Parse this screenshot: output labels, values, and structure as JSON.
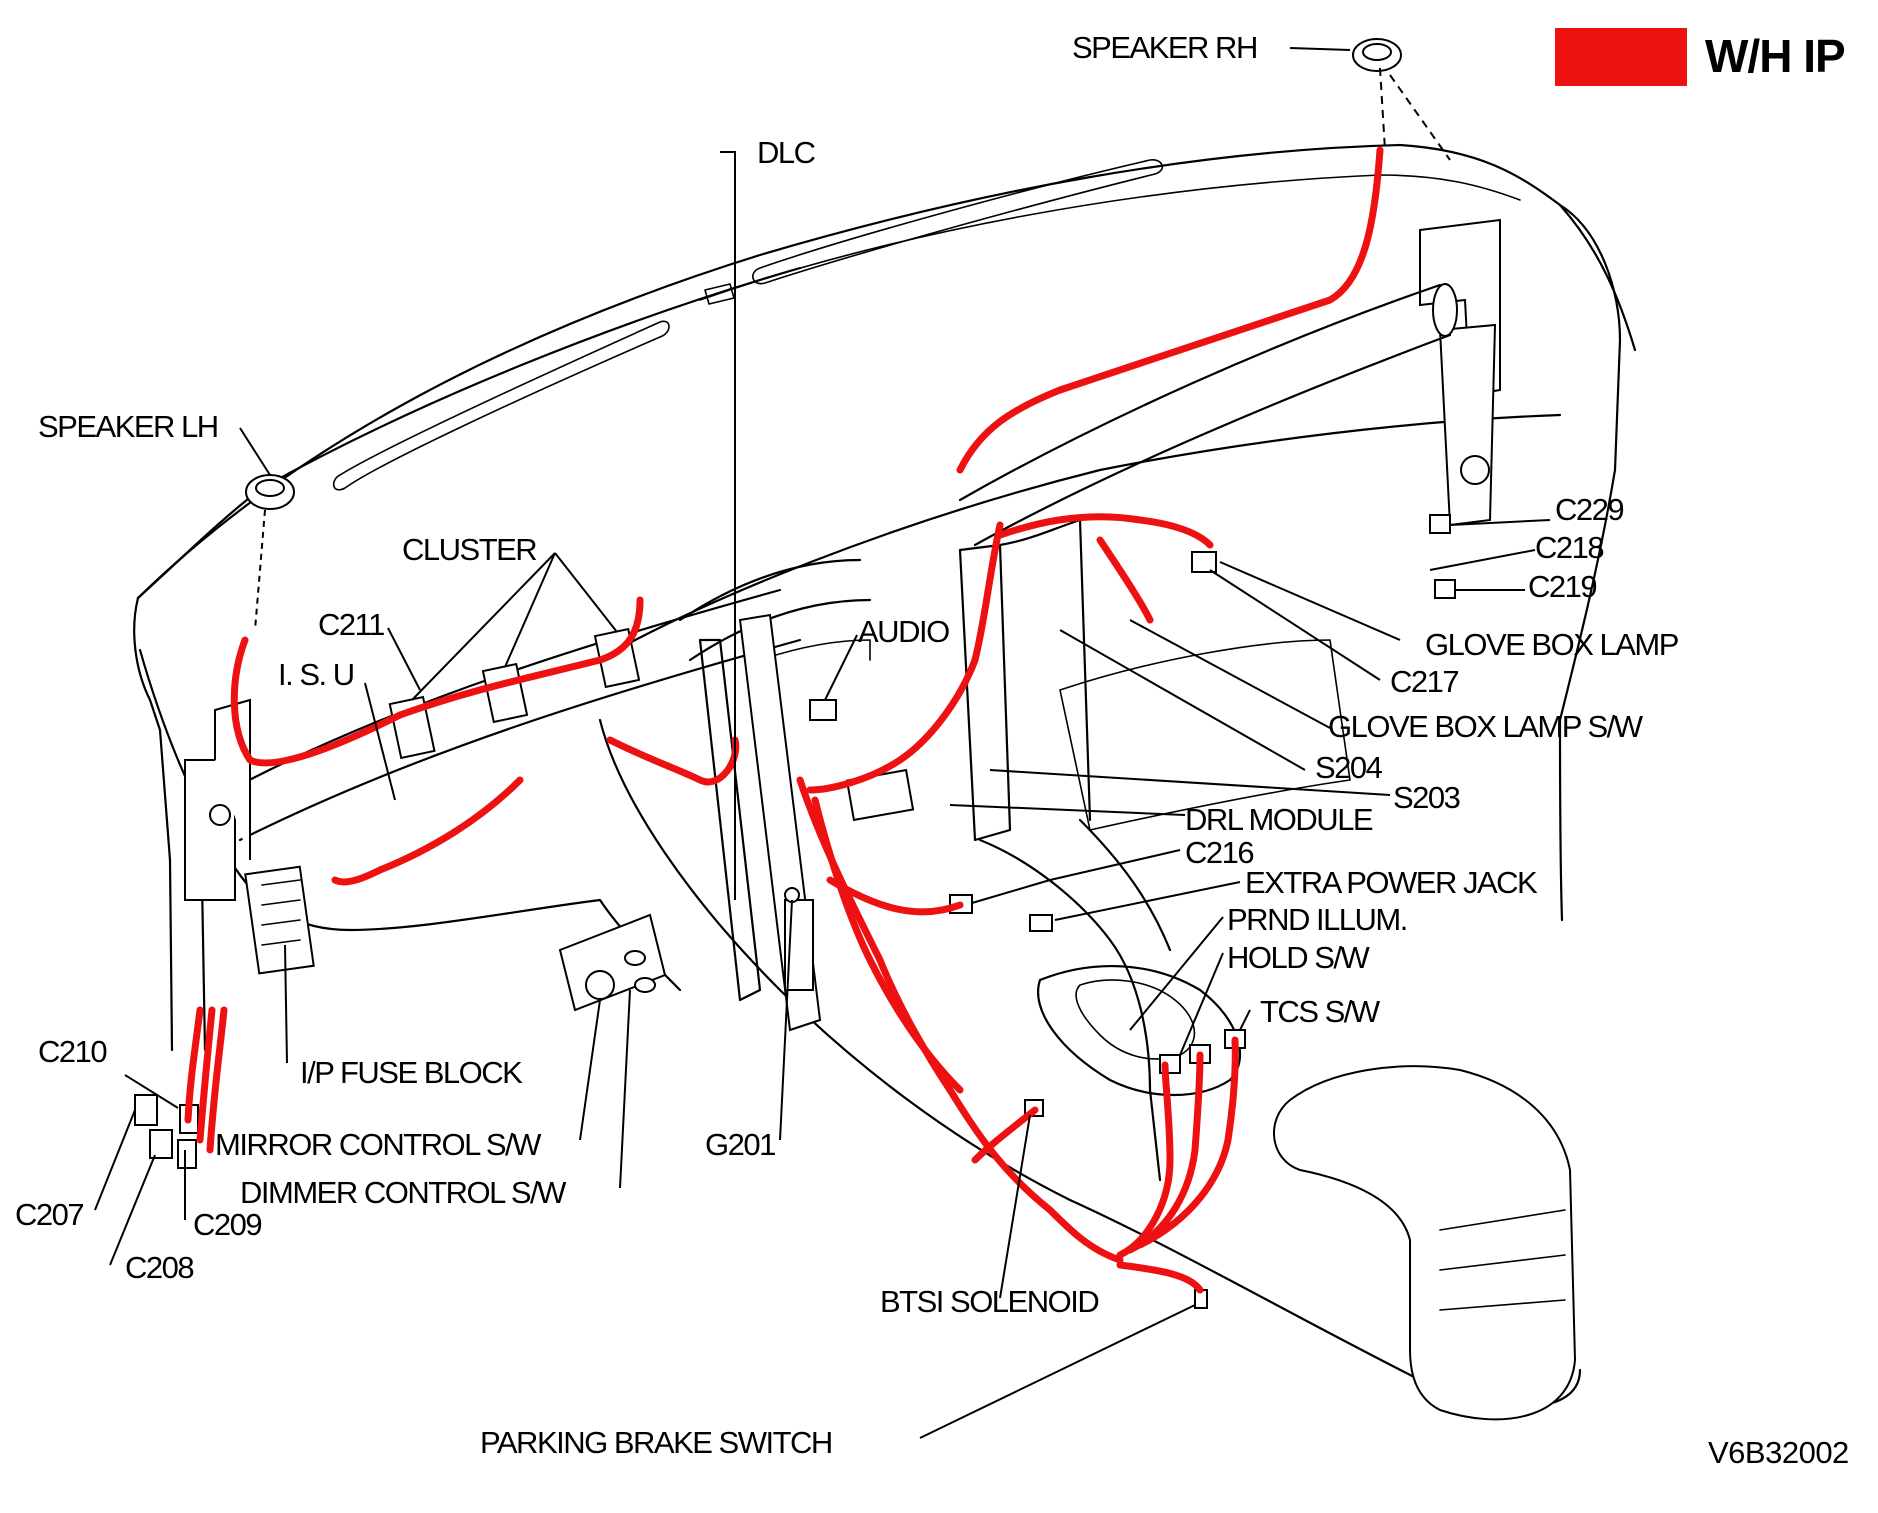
{
  "legend": {
    "label": "W/H IP",
    "color": "#ee1111"
  },
  "diagram_code": "V6B32002",
  "labels": {
    "speaker_rh": "SPEAKER RH",
    "speaker_lh": "SPEAKER LH",
    "dlc": "DLC",
    "cluster": "CLUSTER",
    "c211": "C211",
    "isu": "I. S. U",
    "audio": "AUDIO",
    "c229": "C229",
    "c218": "C218",
    "c219": "C219",
    "glove_box_lamp": "GLOVE BOX LAMP",
    "c217": "C217",
    "glove_box_lamp_sw": "GLOVE BOX LAMP S/W",
    "s204": "S204",
    "s203": "S203",
    "drl_module": "DRL MODULE",
    "c216": "C216",
    "extra_power_jack": "EXTRA POWER JACK",
    "prnd_illum": "PRND ILLUM.",
    "hold_sw": "HOLD S/W",
    "tcs_sw": "TCS S/W",
    "c210": "C210",
    "ip_fuse_block": "I/P FUSE BLOCK",
    "mirror_control_sw": "MIRROR CONTROL S/W",
    "dimmer_control_sw": "DIMMER CONTROL S/W",
    "g201": "G201",
    "c207": "C207",
    "c209": "C209",
    "c208": "C208",
    "btsi_solenoid": "BTSI SOLENOID",
    "parking_brake_switch": "PARKING BRAKE SWITCH"
  }
}
